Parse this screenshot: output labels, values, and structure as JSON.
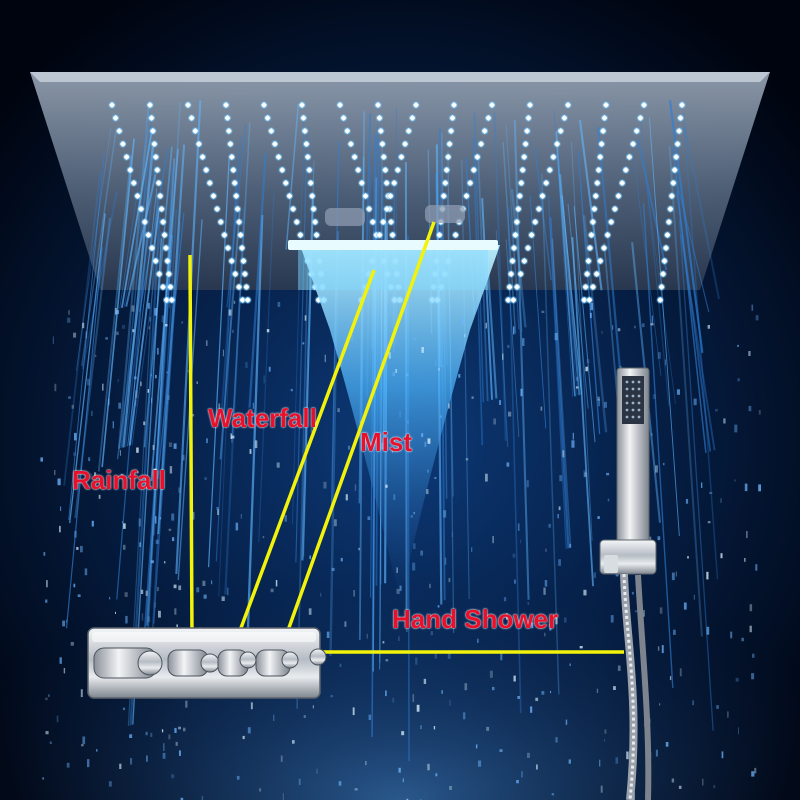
{
  "labels": {
    "rainfall": "Rainfall",
    "waterfall": "Waterfall",
    "mist": "Mist",
    "hand_shower": "Hand Shower"
  },
  "colors": {
    "label_red": "#e8102a",
    "pointer_yellow": "#f2f20a",
    "background": "#00040f",
    "led_blue": "#3fb4ff",
    "water_blue": "#1f6fc8"
  },
  "components": {
    "rain_panel": "ceiling-rain-panel",
    "waterfall_spout": "waterfall-spout",
    "mist_nozzles": "mist-nozzles",
    "control_valve": "thermostatic-valve-panel",
    "hand_shower": "handheld-shower-head"
  }
}
